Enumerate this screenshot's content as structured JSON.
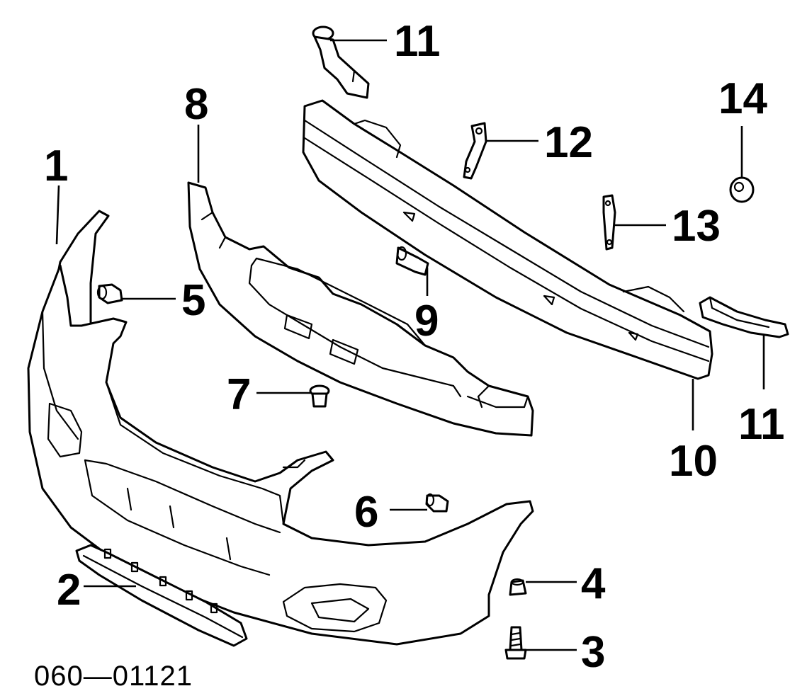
{
  "diagram": {
    "callouts": [
      {
        "id": "c1",
        "label": "1"
      },
      {
        "id": "c2",
        "label": "2"
      },
      {
        "id": "c3",
        "label": "3"
      },
      {
        "id": "c4",
        "label": "4"
      },
      {
        "id": "c5",
        "label": "5"
      },
      {
        "id": "c6",
        "label": "6"
      },
      {
        "id": "c7",
        "label": "7"
      },
      {
        "id": "c8",
        "label": "8"
      },
      {
        "id": "c9",
        "label": "9"
      },
      {
        "id": "c10",
        "label": "10"
      },
      {
        "id": "c11a",
        "label": "11"
      },
      {
        "id": "c11b",
        "label": "11"
      },
      {
        "id": "c12",
        "label": "12"
      },
      {
        "id": "c13",
        "label": "13"
      },
      {
        "id": "c14",
        "label": "14"
      }
    ],
    "drawing_code": "060—01121"
  }
}
